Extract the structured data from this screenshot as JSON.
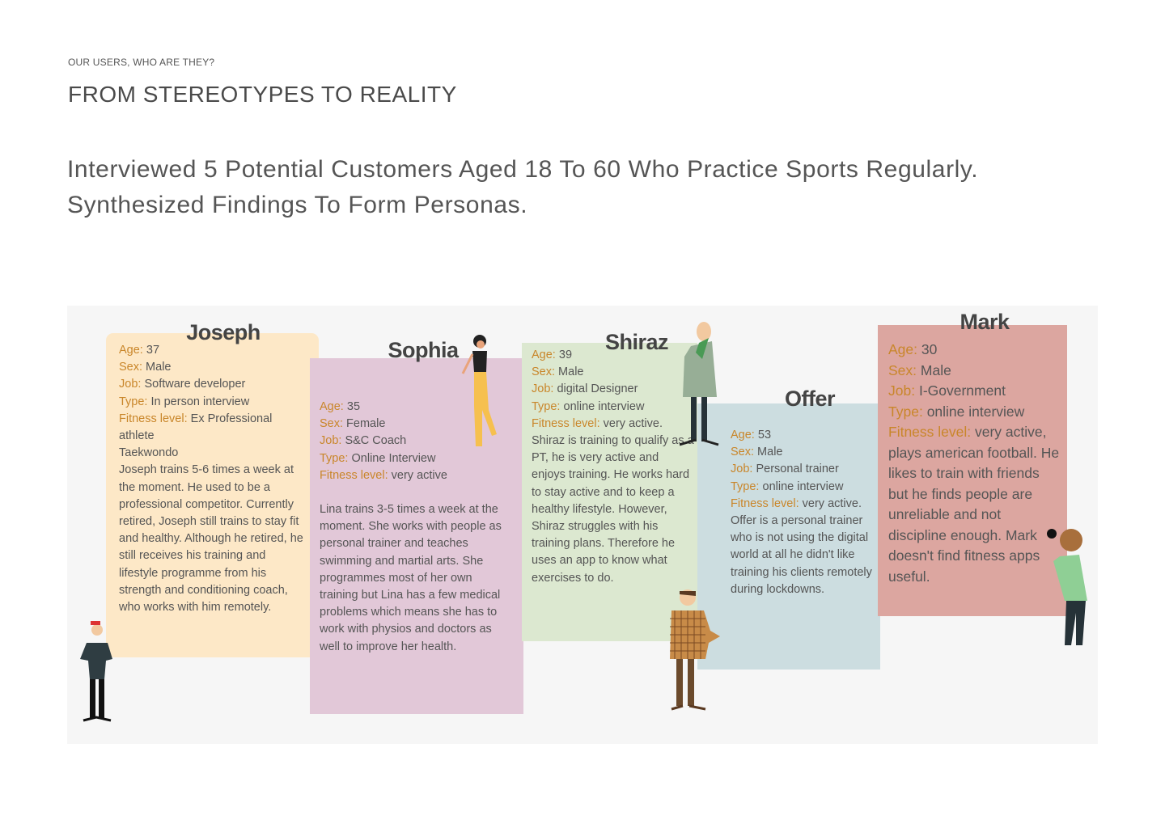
{
  "header": {
    "eyebrow": "OUR USERS, WHO ARE THEY?",
    "title": "FROM STEREOTYPES TO REALITY"
  },
  "lead": "Interviewed 5 Potential Customers Aged  18 To 60 Who Practice Sports Regularly. Synthesized Findings To Form Personas.",
  "labels": {
    "age": "Age:",
    "sex": "Sex:",
    "job": "Job:",
    "type": "Type:",
    "fitness": "Fitness level:"
  },
  "colors": {
    "joseph": "#fde8c7",
    "sophia": "#e2c8d8",
    "shiraz": "#dce8d0",
    "offer": "#ccdde0",
    "mark": "#dca6a0",
    "label": "#c9862a"
  },
  "personas": {
    "joseph": {
      "name": "Joseph",
      "age": "37",
      "sex": "Male",
      "job": "Software developer",
      "type": "In person interview",
      "fitness": "Ex Professional athlete",
      "sport": "Taekwondo",
      "bio": "Joseph trains 5-6 times a week at the moment. He used to be a professional competitor. Currently retired, Joseph still trains to stay fit and healthy. Although he retired, he still receives his training and lifestyle programme from his strength and conditioning coach, who works with him remotely."
    },
    "sophia": {
      "name": "Sophia",
      "age": "35",
      "sex": "Female",
      "job": "S&C Coach",
      "type": "Online Interview",
      "fitness": "very active",
      "bio": "Lina trains 3-5 times a week at the moment. She works with people as personal trainer and teaches swimming and martial arts. She programmes most of her own training but Lina has a few medical problems which means she has to work with physios and doctors as well to improve her health."
    },
    "shiraz": {
      "name": "Shiraz",
      "age": "39",
      "sex": "Male",
      "job": "digital Designer",
      "type": "online interview",
      "fitness": "very active.",
      "bio": "Shiraz is training to qualify as a PT, he is very active and enjoys training. He works hard to stay active and to keep a healthy lifestyle. However, Shiraz struggles with his training plans. Therefore he uses an app to know what exercises to do."
    },
    "offer": {
      "name": "Offer",
      "age": "53",
      "sex": "Male",
      "job": "Personal trainer",
      "type": "online interview",
      "fitness": "very active.",
      "bio": "Offer is a personal trainer who is not using the digital world at all he didn't like training his clients remotely during lockdowns."
    },
    "mark": {
      "name": "Mark",
      "age": "30",
      "sex": "Male",
      "job": "I-Government",
      "type": "online interview",
      "fitness": "very active,  plays american football. He likes to train with friends but he finds people are unreliable and not discipline enough. Mark doesn't find fitness apps useful."
    }
  }
}
